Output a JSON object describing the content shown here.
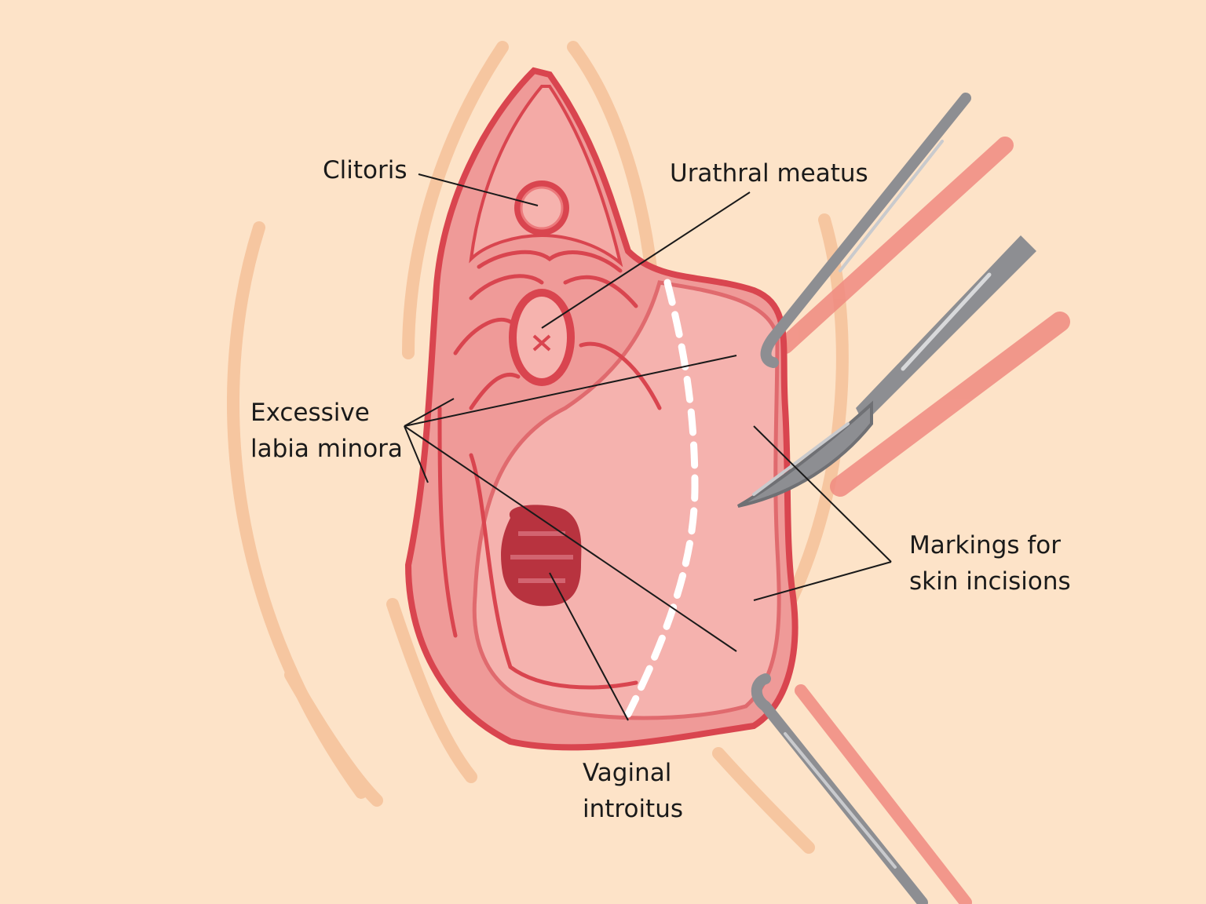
{
  "labels": {
    "clitoris": "Clitoris",
    "urethral_meatus": "Urathral meatus",
    "labia_line1": "Excessive",
    "labia_line2": "labia minora",
    "markings_line1": "Markings for",
    "markings_line2": "skin incisions",
    "introitus_line1": "Vaginal",
    "introitus_line2": "introitus"
  },
  "colors": {
    "background": "#fde3c8",
    "skin_fold": "#f6c6a0",
    "tissue_outer": "#ef9a98",
    "tissue_inner": "#f5b2ae",
    "outline": "#d9454f",
    "introitus": "#b8333f",
    "instrument": "#8d8e92",
    "instrument_shadow": "#f08a80",
    "leader_line": "#1a1a1a",
    "incision_marking": "#ffffff"
  }
}
